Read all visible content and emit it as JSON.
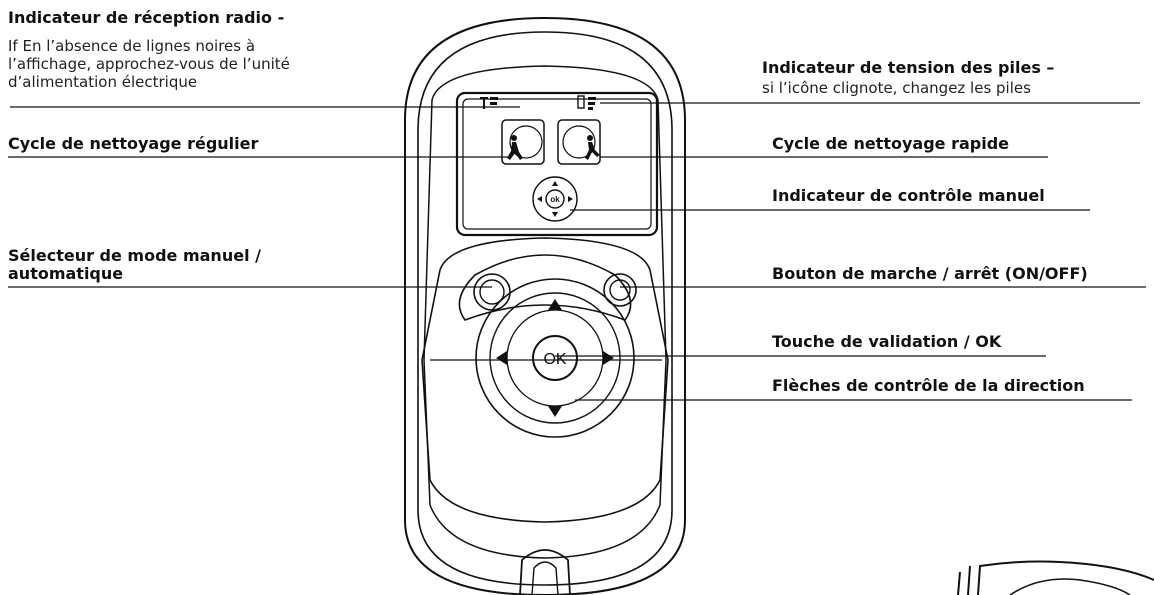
{
  "labels": {
    "radio_title": "Indicateur de réception radio -",
    "radio_desc": [
      "If En l’absence de lignes noires à",
      "l’affichage, approchez-vous de l’unité",
      "d’alimentation électrique"
    ],
    "battery_title": "Indicateur de tension des piles –",
    "battery_desc": "si l’icône clignote, changez les piles",
    "regular_cycle": "Cycle de nettoyage régulier",
    "fast_cycle": "Cycle de nettoyage rapide",
    "manual_indicator": "Indicateur de contrôle manuel",
    "mode_selector": [
      "Sélecteur de mode manuel /",
      "automatique"
    ],
    "power_button": "Bouton de marche / arrêt (ON/OFF)",
    "ok_key": "Touche de validation / OK",
    "arrows": "Flèches de contrôle de la direction"
  },
  "device": {
    "ok_label": "OK",
    "screen_ok_label": "ok"
  }
}
